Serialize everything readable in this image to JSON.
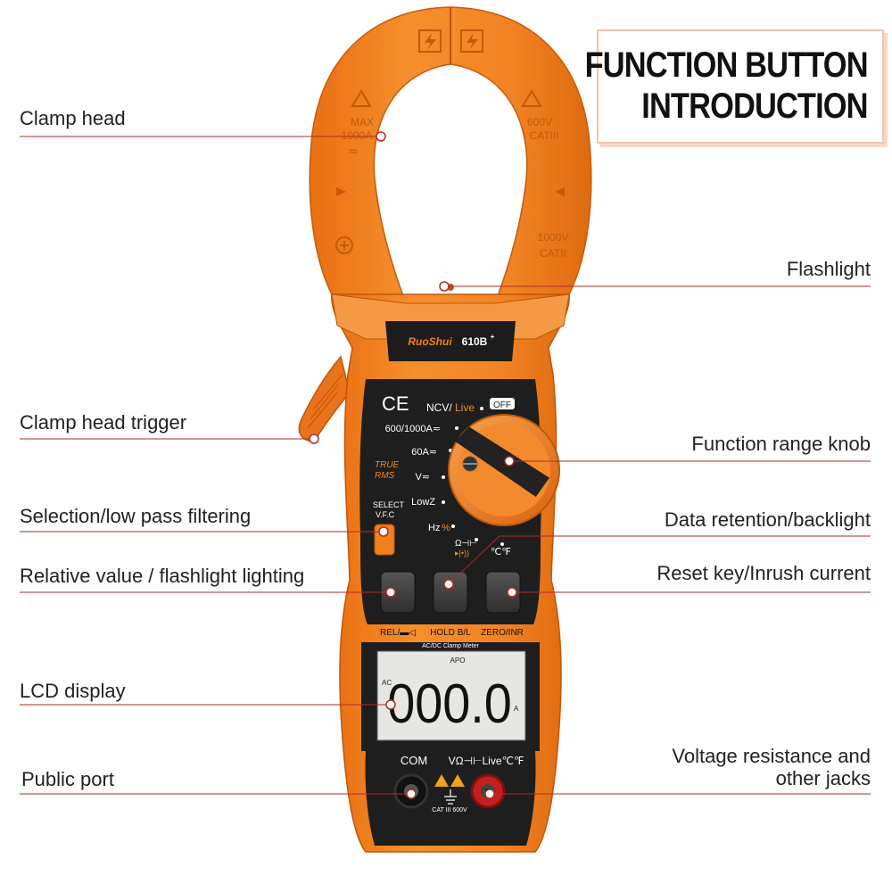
{
  "title": {
    "line1": "FUNCTION BUTTON",
    "line2": "INTRODUCTION"
  },
  "callouts": {
    "clamp_head": "Clamp head",
    "flashlight": "Flashlight",
    "clamp_head_trigger": "Clamp head trigger",
    "function_range_knob": "Function range knob",
    "selection_filter": "Selection/low pass filtering",
    "data_retention": "Data retention/backlight",
    "relative_value": "Relative value / flashlight lighting",
    "reset_key": "Reset key/Inrush current",
    "lcd_display": "LCD display",
    "voltage_jacks_line1": "Voltage resistance and",
    "voltage_jacks_line2": "other jacks",
    "public_port": "Public port"
  },
  "device": {
    "brand": "RuoShui",
    "model": "610B",
    "model_sup": "+",
    "ce_mark": "CE",
    "clamp_left_warning_1": "MAX",
    "clamp_left_warning_2": "1000A",
    "clamp_left_warning_3": "≂",
    "clamp_right_warning_1": "600V",
    "clamp_right_warning_2": "CATIII",
    "clamp_right_warning_3": "1000V",
    "clamp_right_warning_4": "CATII",
    "true_rms_1": "TRUE",
    "true_rms_2": "RMS",
    "select_label_1": "SELECT",
    "select_label_2": "V.F.C",
    "knob_positions": {
      "ncv_prefix": "NCV/",
      "ncv_live": "Live",
      "off": "OFF",
      "a1000": "600/1000A≂",
      "a60": "60A≂",
      "v": "V≂",
      "lowz": "LowZ",
      "hz": "Hz",
      "hz_pct": "%",
      "ohm": "Ω⊣⊢",
      "diode": "▸|•))",
      "temp": "℃℉"
    },
    "buttons": {
      "rel": "REL/▬◁",
      "hold": "HOLD B/L",
      "zero": "ZERO/INR"
    },
    "meter_label": "AC/DC Clamp Meter",
    "lcd": {
      "apo": "APO",
      "ac": "AC",
      "reading": "000.0",
      "unit": "A"
    },
    "jacks": {
      "com": "COM",
      "voltage": "VΩ⊣⊢Live℃℉",
      "cat": "CAT III 600V"
    }
  },
  "colors": {
    "orange": "#f07f1d",
    "orange_dark": "#d9650f",
    "orange_light": "#f8a04a",
    "panel": "#1e1e1e",
    "leader_line": "#b22a2a",
    "dot": "#ffffff"
  },
  "icons": [
    "lightning-icon",
    "warning-triangle-icon",
    "ground-symbol-icon"
  ]
}
